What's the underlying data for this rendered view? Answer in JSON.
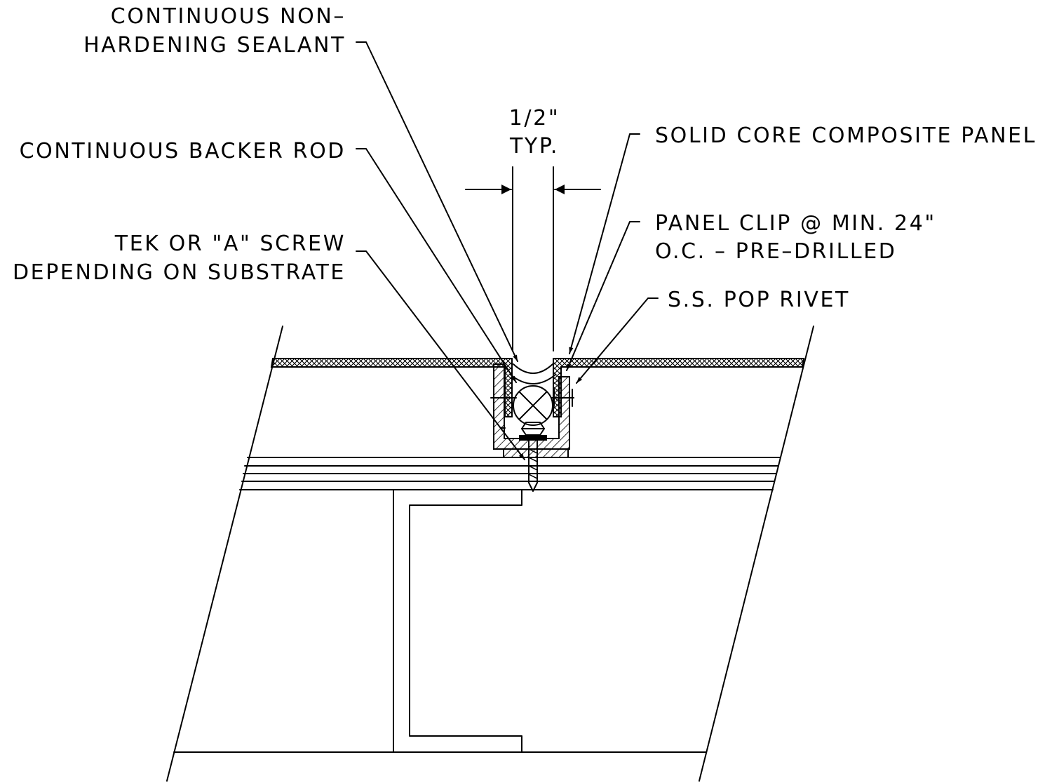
{
  "diagram": {
    "labels": {
      "sealant_line1": "CONTINUOUS NON–",
      "sealant_line2": "HARDENING SEALANT",
      "dimension_value": "1/2\"",
      "dimension_note": "TYP.",
      "backer_rod": "CONTINUOUS BACKER ROD",
      "screw_line1": "TEK OR \"A\" SCREW",
      "screw_line2": "DEPENDING ON SUBSTRATE",
      "panel": "SOLID CORE COMPOSITE PANEL",
      "clip_line1": "PANEL CLIP @ MIN. 24\"",
      "clip_line2": "O.C. – PRE–DRILLED",
      "rivet": "S.S. POP RIVET"
    },
    "colors": {
      "ink": "#000000",
      "paper": "#ffffff"
    }
  }
}
